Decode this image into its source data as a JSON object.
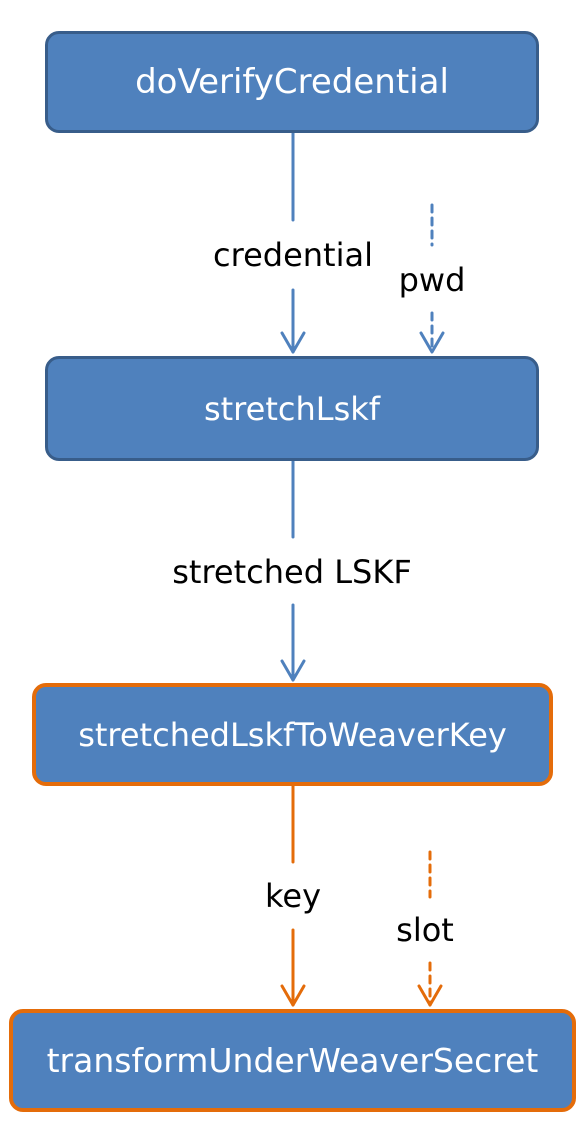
{
  "nodes": {
    "do_verify_credential": "doVerifyCredential",
    "stretch_lskf": "stretchLskf",
    "stretched_lskf_to_weaver_key": "stretchedLskfToWeaverKey",
    "transform_under_weaver_secret": "transformUnderWeaverSecret"
  },
  "edges": {
    "credential": "credential",
    "pwd": "pwd",
    "stretched_lskf": "stretched LSKF",
    "key": "key",
    "slot": "slot"
  },
  "colors": {
    "node_fill": "#4f81bd",
    "node_border_blue": "#385d8a",
    "node_border_orange": "#e46c0a",
    "arrow_blue": "#4f81bd",
    "arrow_orange": "#e46c0a"
  }
}
